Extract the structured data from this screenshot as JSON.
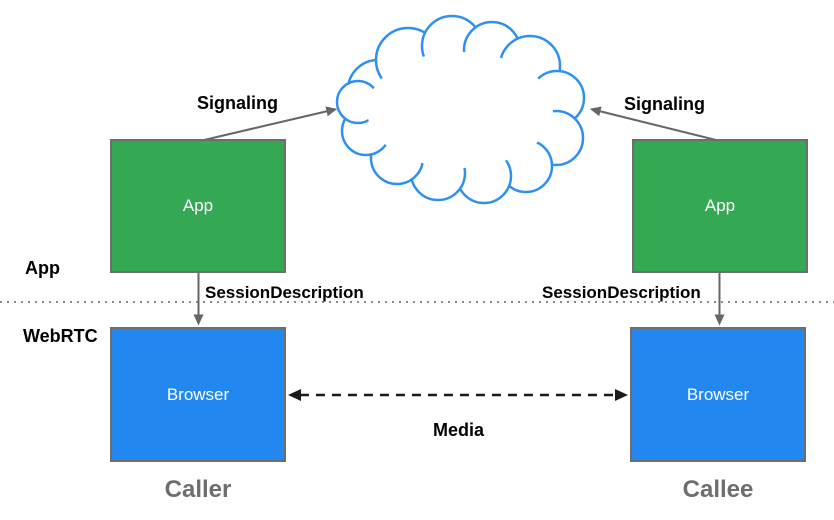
{
  "colors": {
    "app-box": "#34a853",
    "browser-box": "#2287ee",
    "cloud-stroke": "#2e90f0",
    "box-border": "#6e6e6e",
    "arrow-gray": "#666666",
    "arrow-black": "#1a1a1a",
    "separator-gray": "#8a8a8a",
    "endpoint-gray": "#6e6e6e",
    "label-black": "#000000",
    "box-text": "#ffffff"
  },
  "layers": {
    "app_label": "App",
    "webrtc_label": "WebRTC"
  },
  "nodes": {
    "caller_app": {
      "label": "App"
    },
    "callee_app": {
      "label": "App"
    },
    "caller_browser": {
      "label": "Browser"
    },
    "callee_browser": {
      "label": "Browser"
    }
  },
  "edges": {
    "signaling_left": {
      "label": "Signaling"
    },
    "signaling_right": {
      "label": "Signaling"
    },
    "session_left": {
      "label": "SessionDescription"
    },
    "session_right": {
      "label": "SessionDescription"
    },
    "media": {
      "label": "Media"
    }
  },
  "endpoints": {
    "caller": "Caller",
    "callee": "Callee"
  }
}
